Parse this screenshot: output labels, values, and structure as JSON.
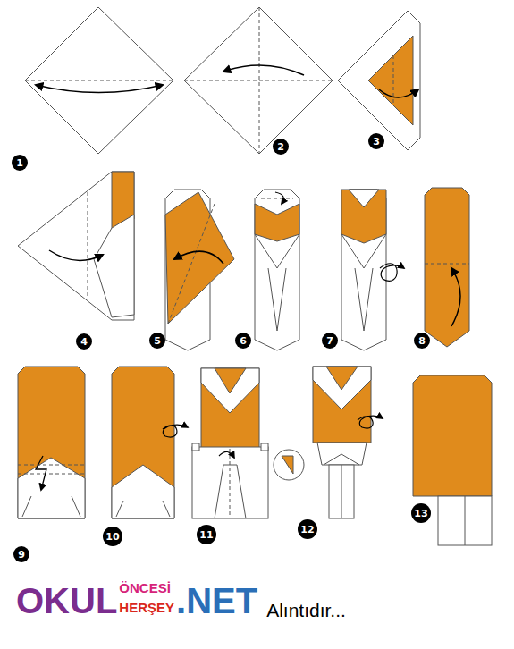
{
  "diagram": {
    "nodes": [
      {
        "text": [
          "1"
        ]
      },
      {
        "text": [
          "2"
        ]
      },
      {
        "text": [
          "3"
        ]
      },
      {
        "text": [
          "4"
        ]
      },
      {
        "text": [
          "5"
        ]
      },
      {
        "text": [
          "6"
        ]
      },
      {
        "text": [
          "7"
        ]
      },
      {
        "text": [
          "8"
        ]
      },
      {
        "text": [
          "9"
        ]
      },
      {
        "text": [
          "10"
        ]
      },
      {
        "text": [
          "11"
        ]
      },
      {
        "text": [
          "12"
        ]
      },
      {
        "text": [
          "13"
        ]
      }
    ],
    "edges": [],
    "labels": [
      "OKUL",
      "ÖNCESİ",
      "HERŞEY",
      ".NET",
      "Alıntıdır..."
    ]
  }
}
